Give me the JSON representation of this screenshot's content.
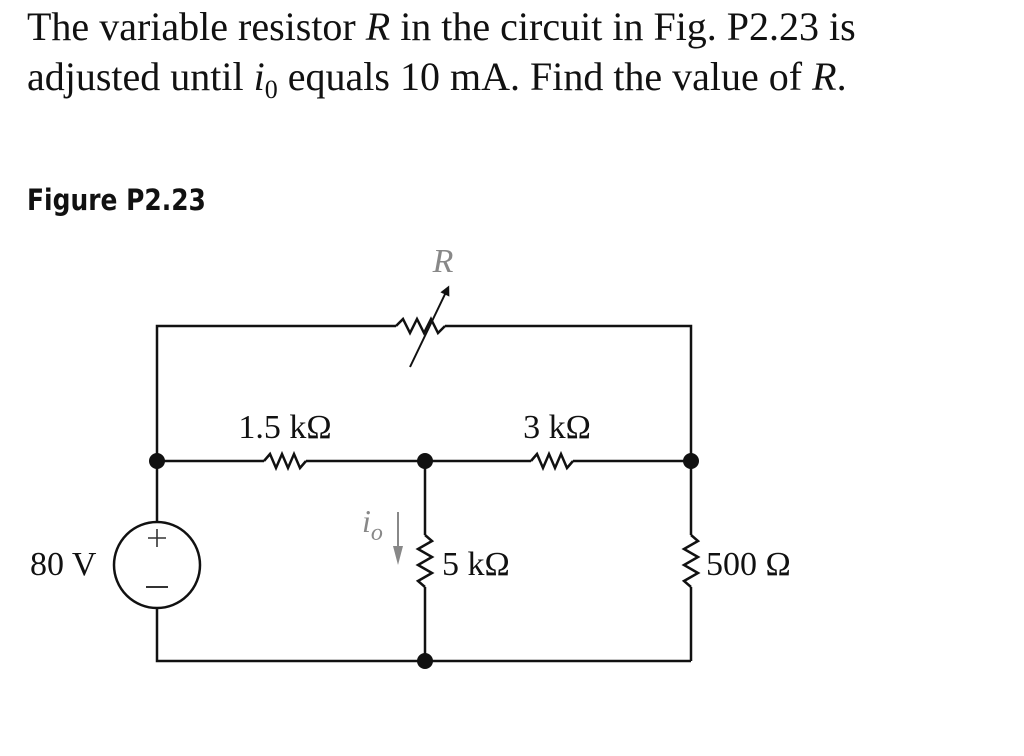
{
  "problem": {
    "line1_pre": "The variable resistor ",
    "var_R": "R",
    "line1_post": " in the circuit in Fig. P2.23 is",
    "line2_pre": "adjusted until ",
    "var_i": "i",
    "var_i_sub": "0",
    "line2_post": " equals 10 mA. Find the value of ",
    "line2_end": "."
  },
  "figure": {
    "title": "Figure P2.23",
    "components": {
      "variable_resistor": {
        "label": "R",
        "color": "#888888"
      },
      "resistor_top_left": {
        "label": "1.5 kΩ"
      },
      "resistor_top_right": {
        "label": "3 kΩ"
      },
      "resistor_middle": {
        "label": "5 kΩ"
      },
      "resistor_right": {
        "label": "500 Ω"
      },
      "voltage_source": {
        "label": "80 V",
        "plus": "+",
        "minus": "−"
      },
      "current_label": {
        "symbol": "i",
        "subscript": "o",
        "color": "#888888"
      }
    },
    "wire_color": "#111111"
  }
}
